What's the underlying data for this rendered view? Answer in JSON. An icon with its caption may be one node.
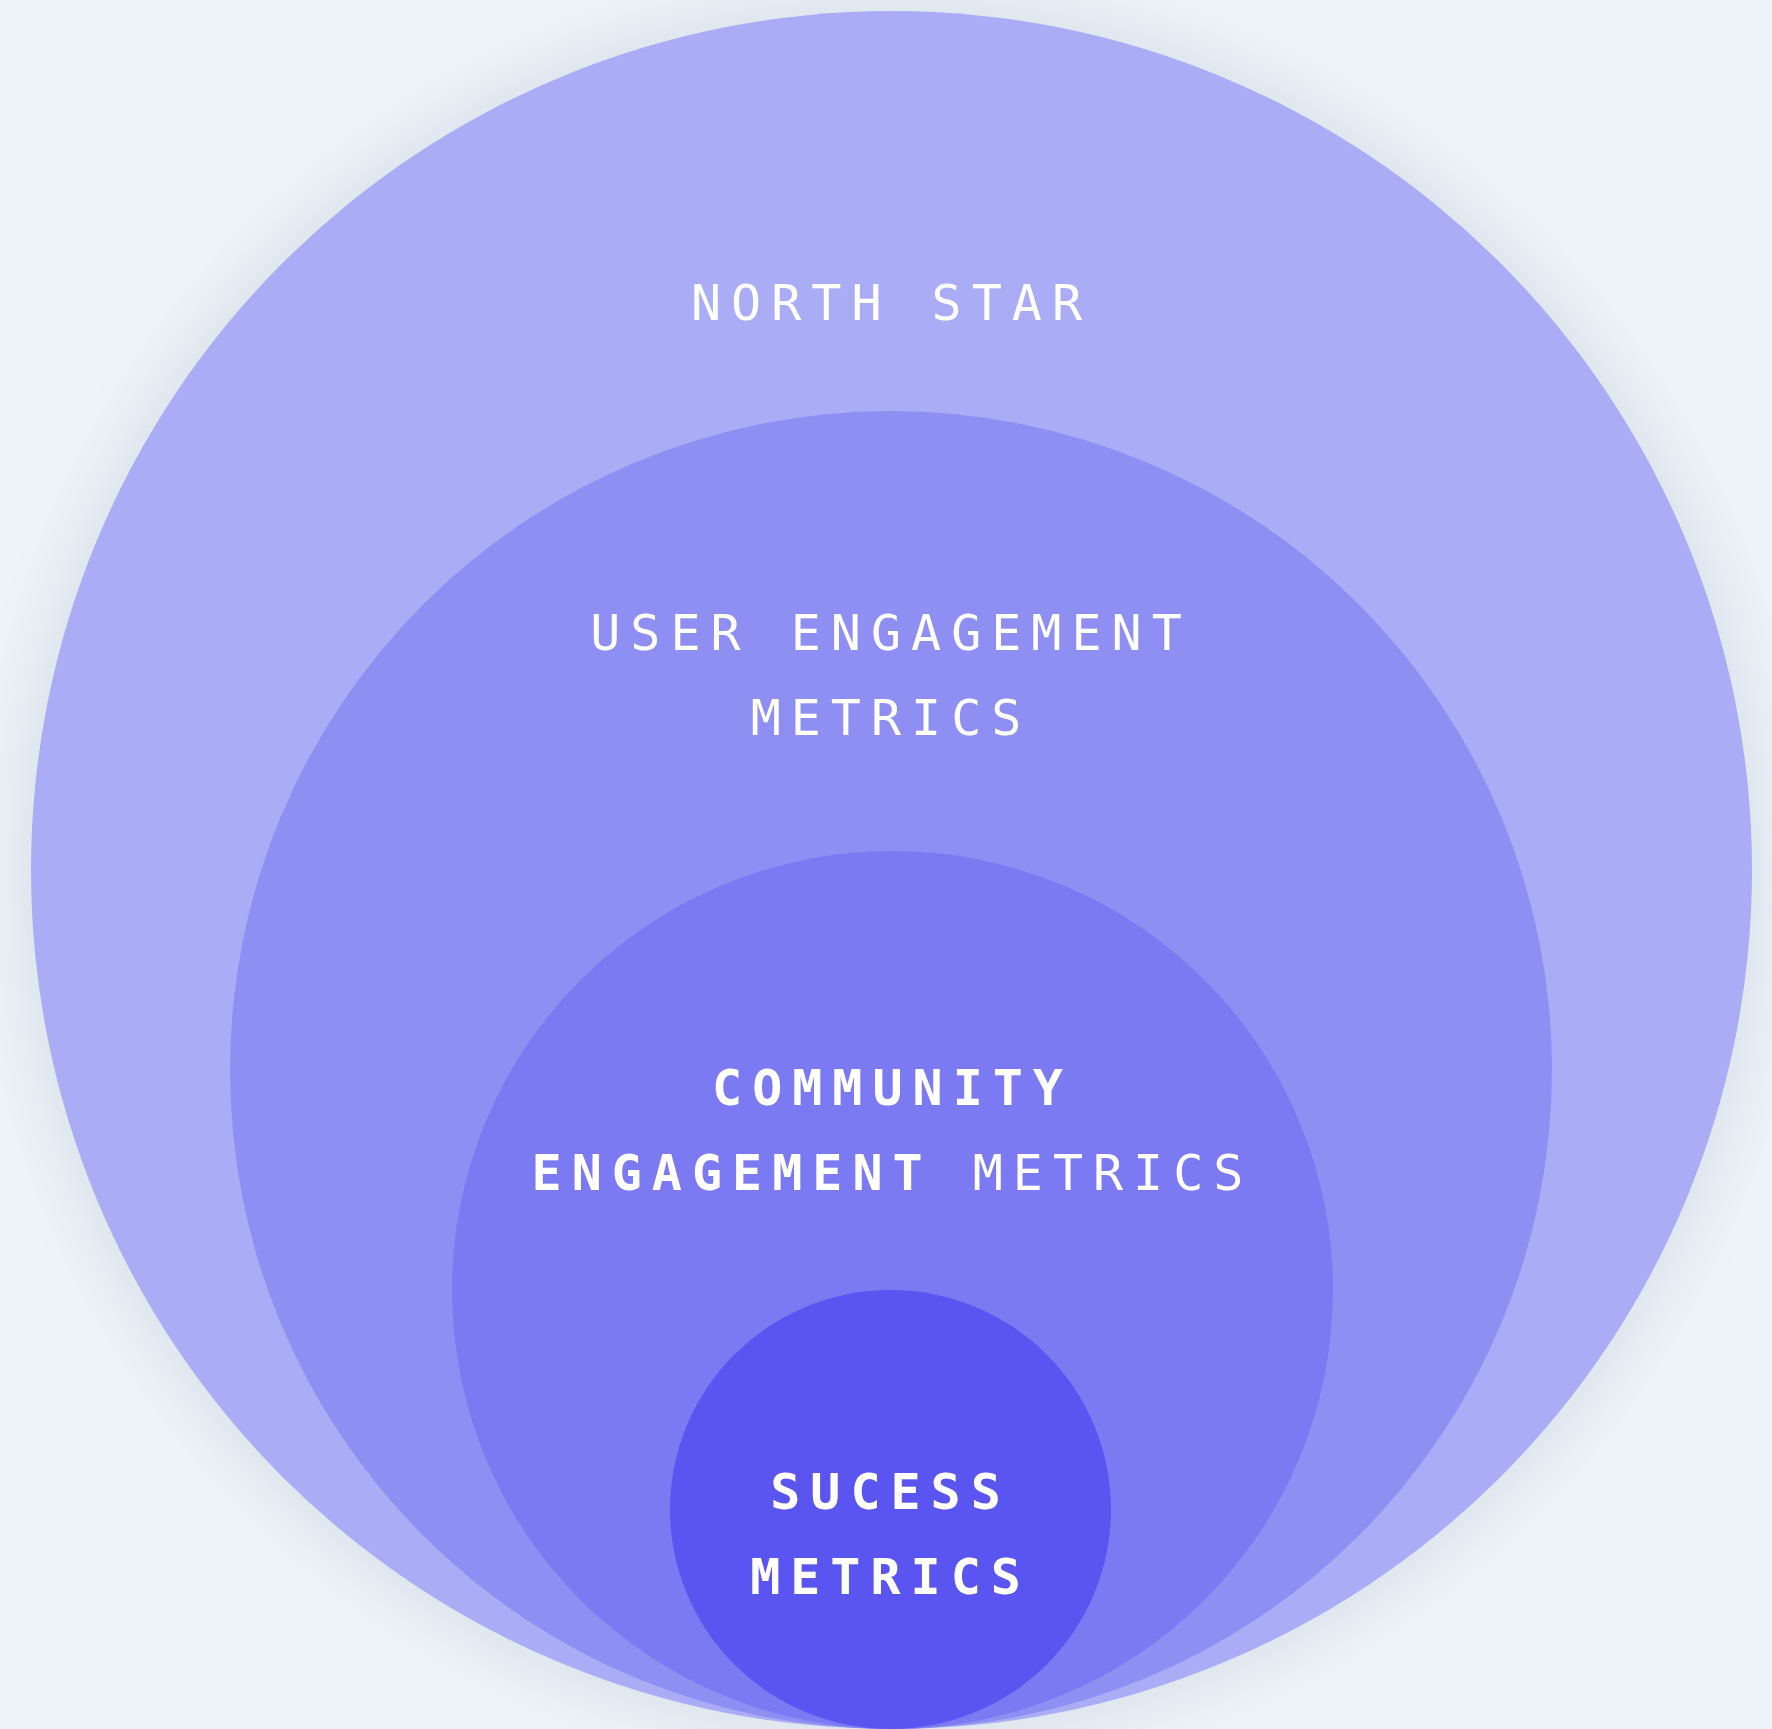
{
  "diagram": {
    "nodes": [
      {
        "text": [
          "NORTH STAR"
        ]
      },
      {
        "text": [
          "USER ENGAGEMENT METRICS"
        ],
        "in": 0
      },
      {
        "text": [
          "**COMMUNITY ENGAGEMENT** METRICS"
        ],
        "in": 1
      },
      {
        "text": [
          "SUCESS METRICS"
        ],
        "in": 2
      }
    ],
    "edges": []
  }
}
